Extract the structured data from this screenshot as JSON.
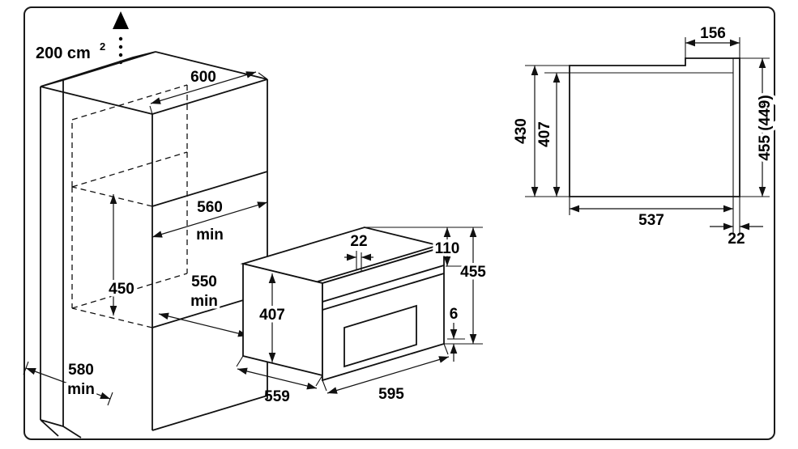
{
  "diagram": {
    "vent_area": {
      "value": "200 cm",
      "sup": "2"
    },
    "cabinet": {
      "width": "600",
      "niche_width": "560",
      "niche_width_min": "min",
      "niche_height": "450",
      "niche_depth": "550",
      "niche_depth_min": "min",
      "base_depth": "580",
      "base_depth_min": "min"
    },
    "oven": {
      "door_overhang": "22",
      "top_section_height": "110",
      "height": "455",
      "front_height": "407",
      "bottom_gap": "6",
      "depth": "559",
      "width": "595"
    },
    "side_view": {
      "top_recess": "156",
      "rear_height": "430",
      "inner_height": "407",
      "front_height": "455 (449)",
      "depth": "537",
      "door_thickness": "22"
    }
  }
}
